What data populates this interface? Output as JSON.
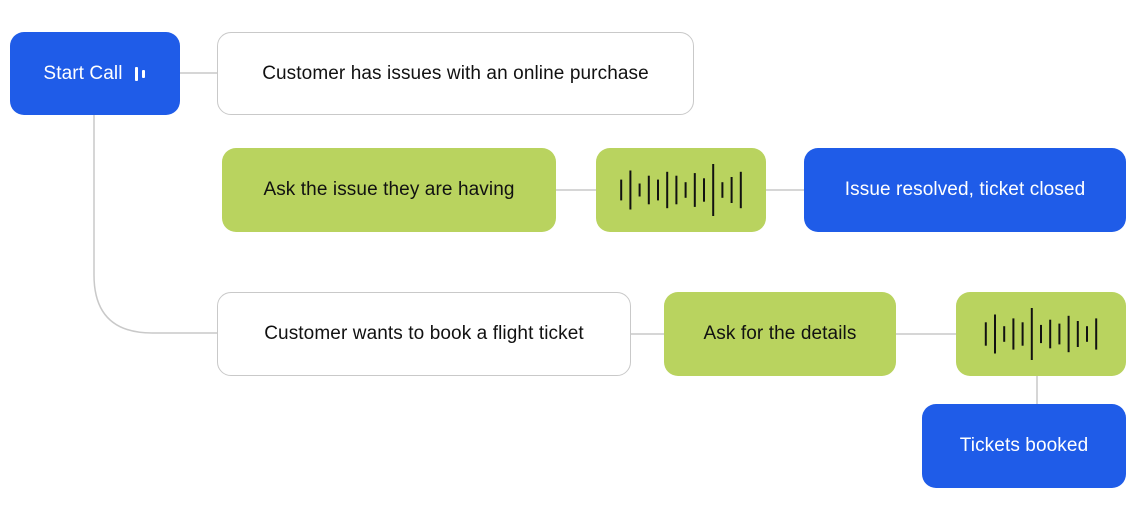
{
  "colors": {
    "blue": "#1f5ce8",
    "green": "#b9d35f",
    "line": "#c9c9c9",
    "wave": "#111111"
  },
  "flow": {
    "start": {
      "label": "Start Call",
      "icon": "call-bars-icon"
    },
    "branch_purchase": {
      "condition": "Customer has issues with an online purchase",
      "action": "Ask the issue they are having",
      "outcome": "Issue resolved, ticket closed"
    },
    "branch_flight": {
      "condition": "Customer wants to book a flight ticket",
      "action": "Ask for the details",
      "outcome": "Tickets booked"
    }
  },
  "waveforms": {
    "purchase_wave": [
      0.4,
      0.75,
      0.25,
      0.55,
      0.4,
      0.7,
      0.55,
      0.3,
      0.65,
      0.45,
      1.0,
      0.3,
      0.5,
      0.7
    ],
    "flight_wave": [
      0.45,
      0.75,
      0.3,
      0.6,
      0.45,
      1.0,
      0.35,
      0.55,
      0.4,
      0.7,
      0.5,
      0.3,
      0.6
    ]
  }
}
